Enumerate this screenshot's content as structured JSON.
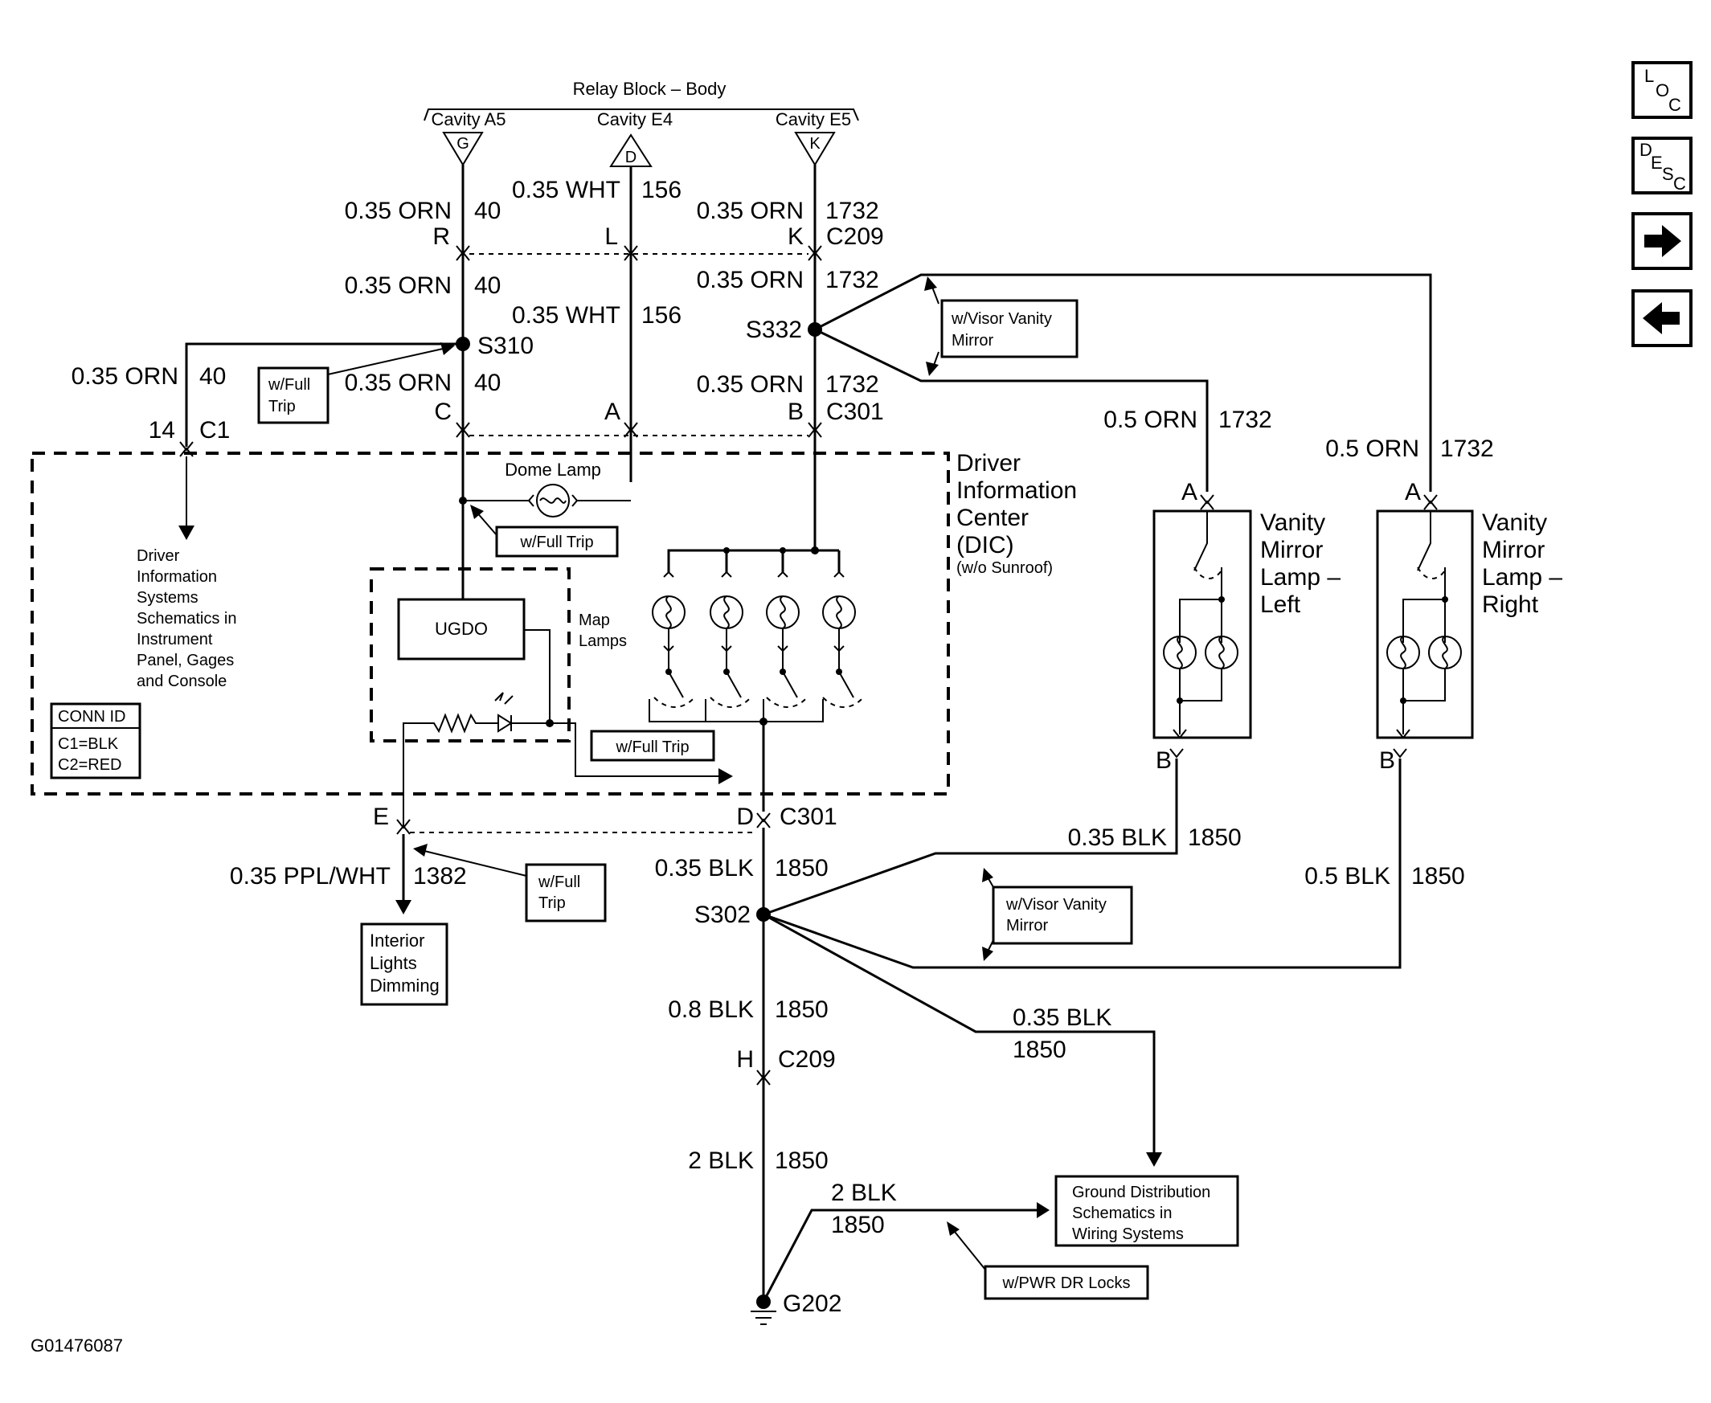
{
  "relay_block": {
    "title": "Relay Block – Body",
    "cavities": [
      {
        "label": "Cavity A5",
        "terminal": "G"
      },
      {
        "label": "Cavity E4",
        "terminal": "D"
      },
      {
        "label": "Cavity E5",
        "terminal": "K"
      }
    ]
  },
  "wires": {
    "w40_top": {
      "gauge": "0.35 ORN",
      "circuit": "40"
    },
    "w156_top": {
      "gauge": "0.35 WHT",
      "circuit": "156"
    },
    "w1732_top": {
      "gauge": "0.35 ORN",
      "circuit": "1732"
    },
    "w40_mid": {
      "gauge": "0.35 ORN",
      "circuit": "40"
    },
    "w156_mid": {
      "gauge": "0.35 WHT",
      "circuit": "156"
    },
    "w1732_mid": {
      "gauge": "0.35 ORN",
      "circuit": "1732"
    },
    "w40_branch": {
      "gauge": "0.35 ORN",
      "circuit": "40"
    },
    "w40_low": {
      "gauge": "0.35 ORN",
      "circuit": "40"
    },
    "w1732_low": {
      "gauge": "0.35 ORN",
      "circuit": "1732"
    },
    "w1732_left": {
      "gauge": "0.5 ORN",
      "circuit": "1732"
    },
    "w1732_right": {
      "gauge": "0.5 ORN",
      "circuit": "1732"
    },
    "w1382": {
      "gauge": "0.35 PPL/WHT",
      "circuit": "1382"
    },
    "w1850_a": {
      "gauge": "0.35 BLK",
      "circuit": "1850"
    },
    "w1850_left": {
      "gauge": "0.35 BLK",
      "circuit": "1850"
    },
    "w1850_right": {
      "gauge": "0.5 BLK",
      "circuit": "1850"
    },
    "w1850_b": {
      "gauge": "0.8 BLK",
      "circuit": "1850"
    },
    "w1850_gd": {
      "gauge": "0.35 BLK",
      "circuit": "1850"
    },
    "w1850_c": {
      "gauge": "2 BLK",
      "circuit": "1850"
    },
    "w1850_d": {
      "gauge": "2 BLK",
      "circuit": "1850"
    }
  },
  "pins": {
    "r": "R",
    "l": "L",
    "k": "K",
    "c": "C",
    "a": "A",
    "b": "B",
    "c1_pin": "14",
    "e": "E",
    "d": "D",
    "h": "H",
    "left_a": "A",
    "left_b": "B",
    "right_a": "A",
    "right_b": "B"
  },
  "connectors": {
    "c209_top": "C209",
    "c301_top": "C301",
    "c1": "C1",
    "c301_bottom": "C301",
    "c209_bottom": "C209"
  },
  "splices": {
    "s310": "S310",
    "s332": "S332",
    "s302": "S302",
    "g202": "G202"
  },
  "options": {
    "full_trip_1": [
      "w/Full",
      "Trip"
    ],
    "full_trip_2": "w/Full Trip",
    "full_trip_3": "w/Full Trip",
    "full_trip_4": [
      "w/Full",
      "Trip"
    ],
    "visor_1": [
      "w/Visor Vanity",
      "Mirror"
    ],
    "visor_2": [
      "w/Visor Vanity",
      "Mirror"
    ],
    "pwr_dr_locks": "w/PWR DR Locks"
  },
  "components": {
    "dome_lamp": "Dome Lamp",
    "ugdo": "UGDO",
    "map_lamps": [
      "Map",
      "Lamps"
    ],
    "dic_title": [
      "Driver",
      "Information",
      "Center",
      "(DIC)"
    ],
    "dic_note": "(w/o Sunroof)",
    "vanity_left": [
      "Vanity",
      "Mirror",
      "Lamp –",
      "Left"
    ],
    "vanity_right": [
      "Vanity",
      "Mirror",
      "Lamp –",
      "Right"
    ]
  },
  "references": {
    "dis_schematics": [
      "Driver",
      "Information",
      "Systems",
      "Schematics in",
      "Instrument",
      "Panel, Gages",
      "and Console"
    ],
    "interior_dimming": [
      "Interior",
      "Lights",
      "Dimming"
    ],
    "ground_distribution": [
      "Ground Distribution",
      "Schematics in",
      "Wiring Systems"
    ]
  },
  "conn_id": {
    "title": "CONN ID",
    "lines": [
      "C1=BLK",
      "C2=RED"
    ]
  },
  "nav_buttons": {
    "loc": [
      "L",
      "O",
      "C"
    ],
    "desc": [
      "D",
      "E",
      "S",
      "C"
    ]
  },
  "figure_id": "G01476087"
}
